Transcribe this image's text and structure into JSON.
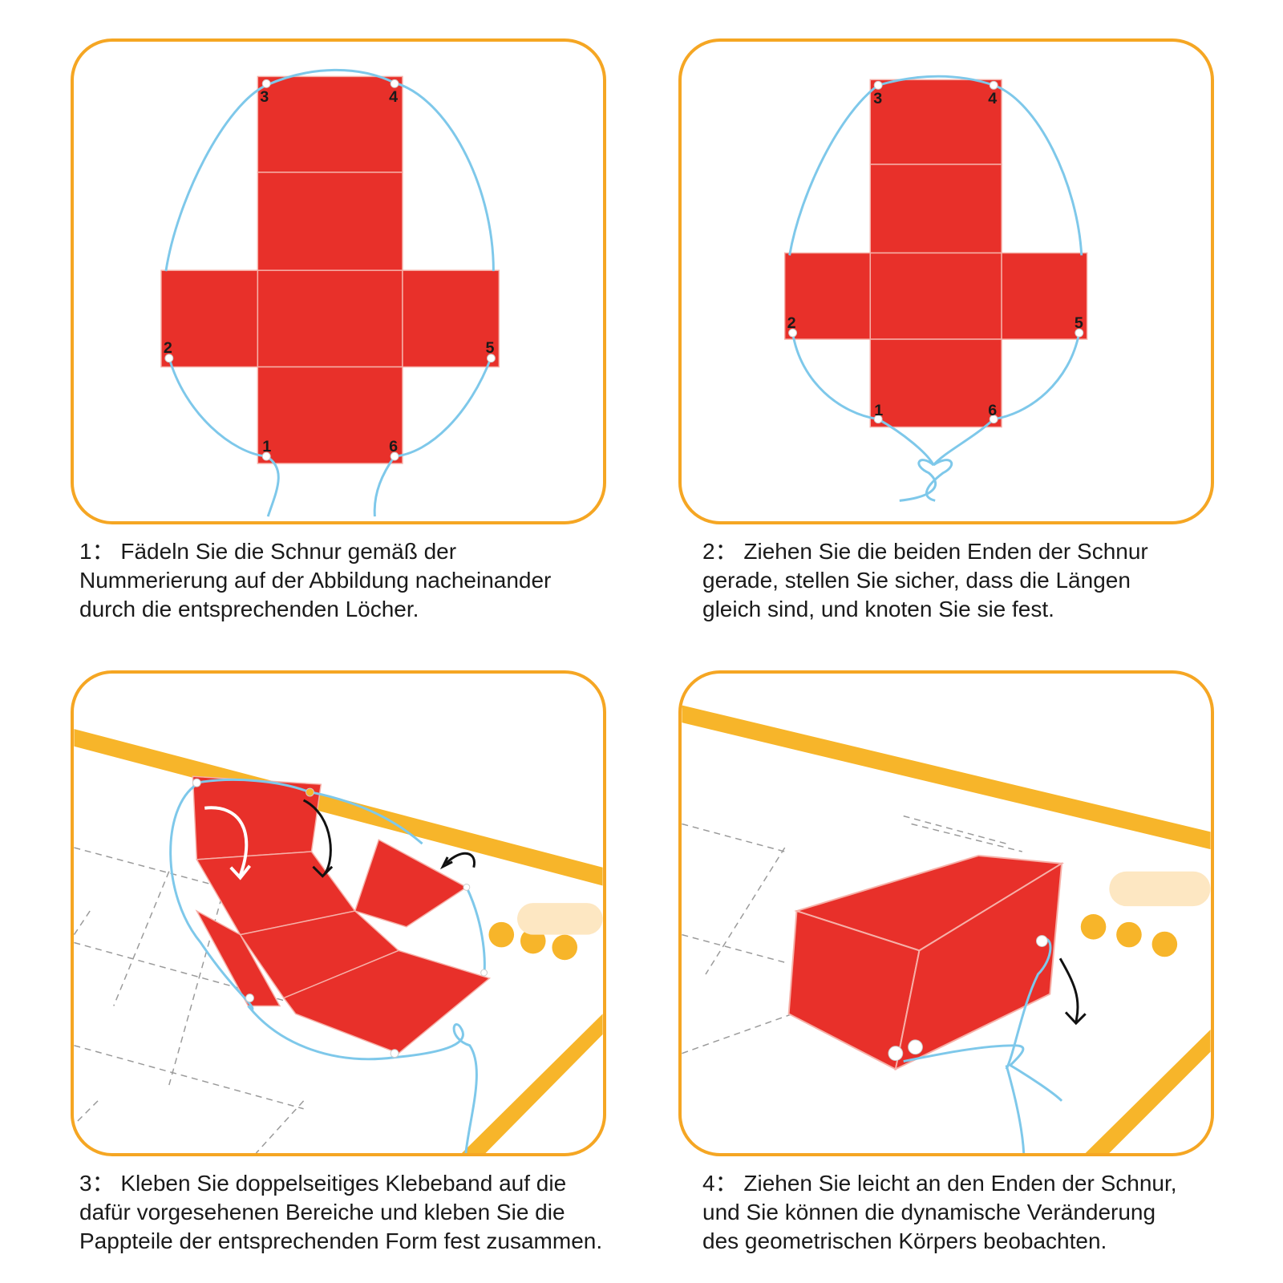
{
  "steps": [
    {
      "number": "1",
      "separator": "：",
      "lines": [
        "Fädeln Sie die Schnur gemäß der",
        "Nummerierung auf der Abbildung nacheinander",
        "durch die entsprechenden Löcher."
      ]
    },
    {
      "number": "2",
      "separator": "：",
      "lines": [
        "Ziehen Sie die beiden Enden der Schnur",
        "gerade, stellen Sie sicher, dass die Längen",
        "gleich sind, und knoten Sie sie fest."
      ]
    },
    {
      "number": "3",
      "separator": "：",
      "lines": [
        "Kleben Sie doppelseitiges Klebeband auf die",
        "dafür vorgesehenen Bereiche und kleben Sie die",
        "Pappteile der entsprechenden Form fest zusammen."
      ]
    },
    {
      "number": "4",
      "separator": "：",
      "lines": [
        "Ziehen Sie leicht an den Enden der Schnur,",
        "und Sie können die dynamische Veränderung",
        "des geometrischen Körpers beobachten."
      ]
    }
  ],
  "hole_labels": [
    "1",
    "2",
    "3",
    "4",
    "5",
    "6"
  ],
  "colors": {
    "border": "#f5a623",
    "card": "#e8302a",
    "string": "#7ec8ea",
    "arrow": "#111111"
  }
}
